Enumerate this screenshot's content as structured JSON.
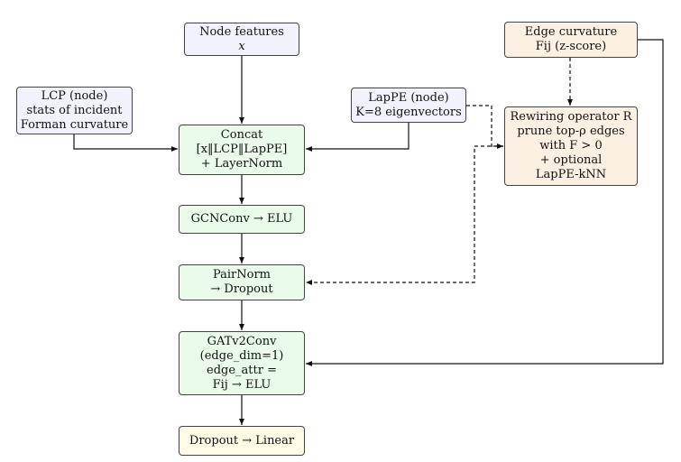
{
  "nodes": {
    "node_features": {
      "lines": [
        "Node features",
        "x"
      ]
    },
    "lcp": {
      "lines": [
        "LCP (node)",
        "stats of incident",
        "Forman curvature"
      ]
    },
    "lappe": {
      "lines": [
        "LapPE (node)",
        "K=8 eigenvectors"
      ]
    },
    "edge_curvature": {
      "lines": [
        "Edge curvature",
        "Fij (z-score)"
      ]
    },
    "concat": {
      "lines": [
        "Concat",
        "[x‖LCP‖LapPE]",
        "+ LayerNorm"
      ]
    },
    "rewiring": {
      "lines": [
        "Rewiring operator R",
        "prune top-ρ edges",
        "with F > 0",
        "+ optional",
        "LapPE-kNN"
      ]
    },
    "gcnconv": {
      "lines": [
        "GCNConv → ELU"
      ]
    },
    "pairnorm": {
      "lines": [
        "PairNorm",
        "→ Dropout"
      ]
    },
    "gatv2conv": {
      "lines": [
        "GATv2Conv",
        "(edge_dim=1)",
        "edge_attr =",
        "Fij → ELU"
      ]
    },
    "output": {
      "lines": [
        "Dropout → Linear"
      ]
    }
  },
  "colors": {
    "input_fill": "#f2f2fc",
    "process_fill": "#eafbea",
    "rewire_fill": "#fcf0e2",
    "output_fill": "#fdfbe4",
    "stroke": "#444444"
  }
}
